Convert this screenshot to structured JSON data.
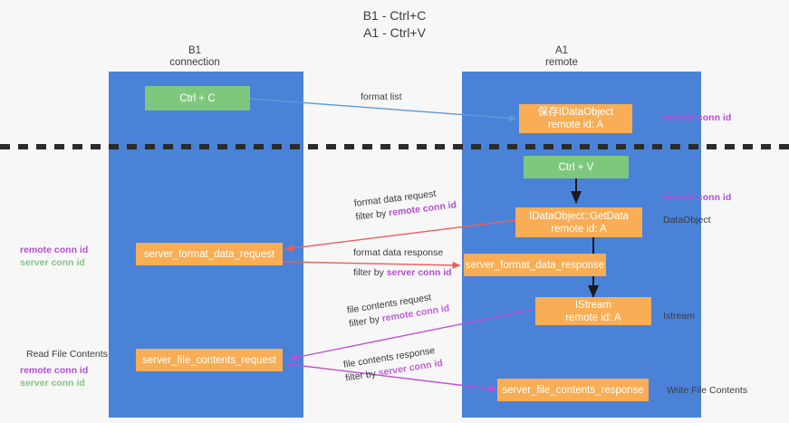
{
  "title": "B1 - Ctrl+C\nA1 - Ctrl+V",
  "lanes": [
    {
      "id": "b1",
      "title": "B1\nconnection"
    },
    {
      "id": "a1",
      "title": "A1\nremote"
    }
  ],
  "nodes": {
    "ctrl_c": {
      "label": "Ctrl + C",
      "color": "#7ec87e"
    },
    "save_idataobject": {
      "line1": "保存IDataObject",
      "line2": "remote id: A",
      "color": "#f9ad54"
    },
    "ctrl_v": {
      "label": "Ctrl + V",
      "color": "#7ec87e"
    },
    "getdata": {
      "line1": "IDataObject::GetData",
      "line2": "remote id: A",
      "color": "#f9ad54"
    },
    "server_format_data_request": {
      "label": "server_format_data_request",
      "color": "#f9ad54"
    },
    "server_format_data_response": {
      "label": "server_format_data_response",
      "color": "#f9ad54"
    },
    "istream": {
      "line1": "IStream",
      "line2": "remote id: A",
      "color": "#f9ad54"
    },
    "server_file_contents_request": {
      "label": "server_file_contents_request",
      "color": "#f9ad54"
    },
    "server_file_contents_response": {
      "label": "server_file_contents_response",
      "color": "#f9ad54"
    }
  },
  "edges": {
    "format_list": {
      "label": "format list",
      "color": "#5b9bd5"
    },
    "format_data_request": {
      "line1": "format data request",
      "prefix2": "filter by ",
      "hl2": "remote conn id",
      "color": "#e8605a"
    },
    "format_data_response": {
      "line1": "format data response",
      "prefix2": "filter by ",
      "hl2": "server conn id",
      "color": "#e8605a"
    },
    "file_contents_request": {
      "line1": "file contents request",
      "prefix2": "filter by ",
      "hl2": "remote conn id",
      "color": "#c24fd0"
    },
    "file_contents_response": {
      "line1": "file contents response",
      "prefix2": "filter by ",
      "hl2": "server conn id",
      "color": "#c24fd0"
    }
  },
  "annotations": {
    "right_remote_conn_id_top": "remote conn id",
    "right_remote_conn_id_mid": "remote conn id",
    "right_dataobject": "DataObject",
    "right_istream": "Istream",
    "right_write_file_contents": "Write File Contents",
    "left_remote_conn_id_mid": "remote conn id",
    "left_server_conn_id_mid": "server conn id",
    "left_read_file_contents": "Read File Contents",
    "left_remote_conn_id_bottom": "remote conn id",
    "left_server_conn_id_bottom": "server conn id"
  },
  "colors": {
    "lane_fill": "#4a82d8",
    "green_node": "#7ec87e",
    "orange_node": "#f9ad54",
    "blue_arrow": "#5b9bd5",
    "red_arrow": "#e8605a",
    "purple_arrow": "#c24fd0",
    "divider": "#2b2b2b",
    "background": "#f7f7f7"
  }
}
